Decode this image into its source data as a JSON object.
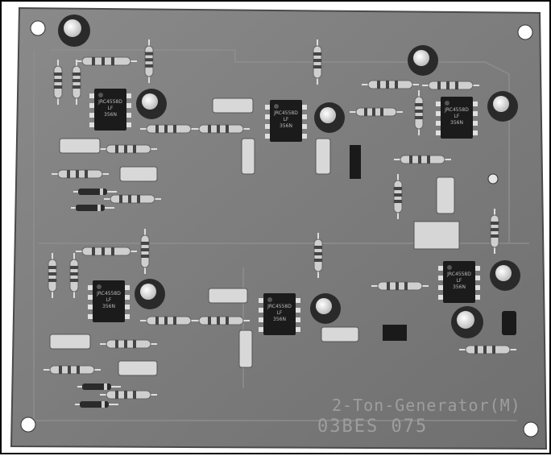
{
  "board": {
    "silkscreen_line1": "2-Ton-Generator(M)",
    "silkscreen_line2": "03BES 075"
  },
  "ic_chips": [
    {
      "marking": "JRC4558D\nLF\n356N"
    },
    {
      "marking": "JRC4558D\nLF\n356N"
    },
    {
      "marking": "JRC4558D\nLF\n356N"
    },
    {
      "marking": "JRC4558D\nLF\n356N"
    },
    {
      "marking": "JRC4558D\nLF\n356N"
    },
    {
      "marking": "JRC4558D\nLF\n356N"
    }
  ],
  "colors": {
    "board": "#7d7d7d",
    "board_edge": "#5a5a5a",
    "ic": "#1b1b1b",
    "resistor": "#cfcfcf",
    "capacitor_case": "#2a2a2a",
    "capacitor_top": "#e9e9e9",
    "film_cap": "#d8d8d8",
    "hole": "#ffffff"
  }
}
